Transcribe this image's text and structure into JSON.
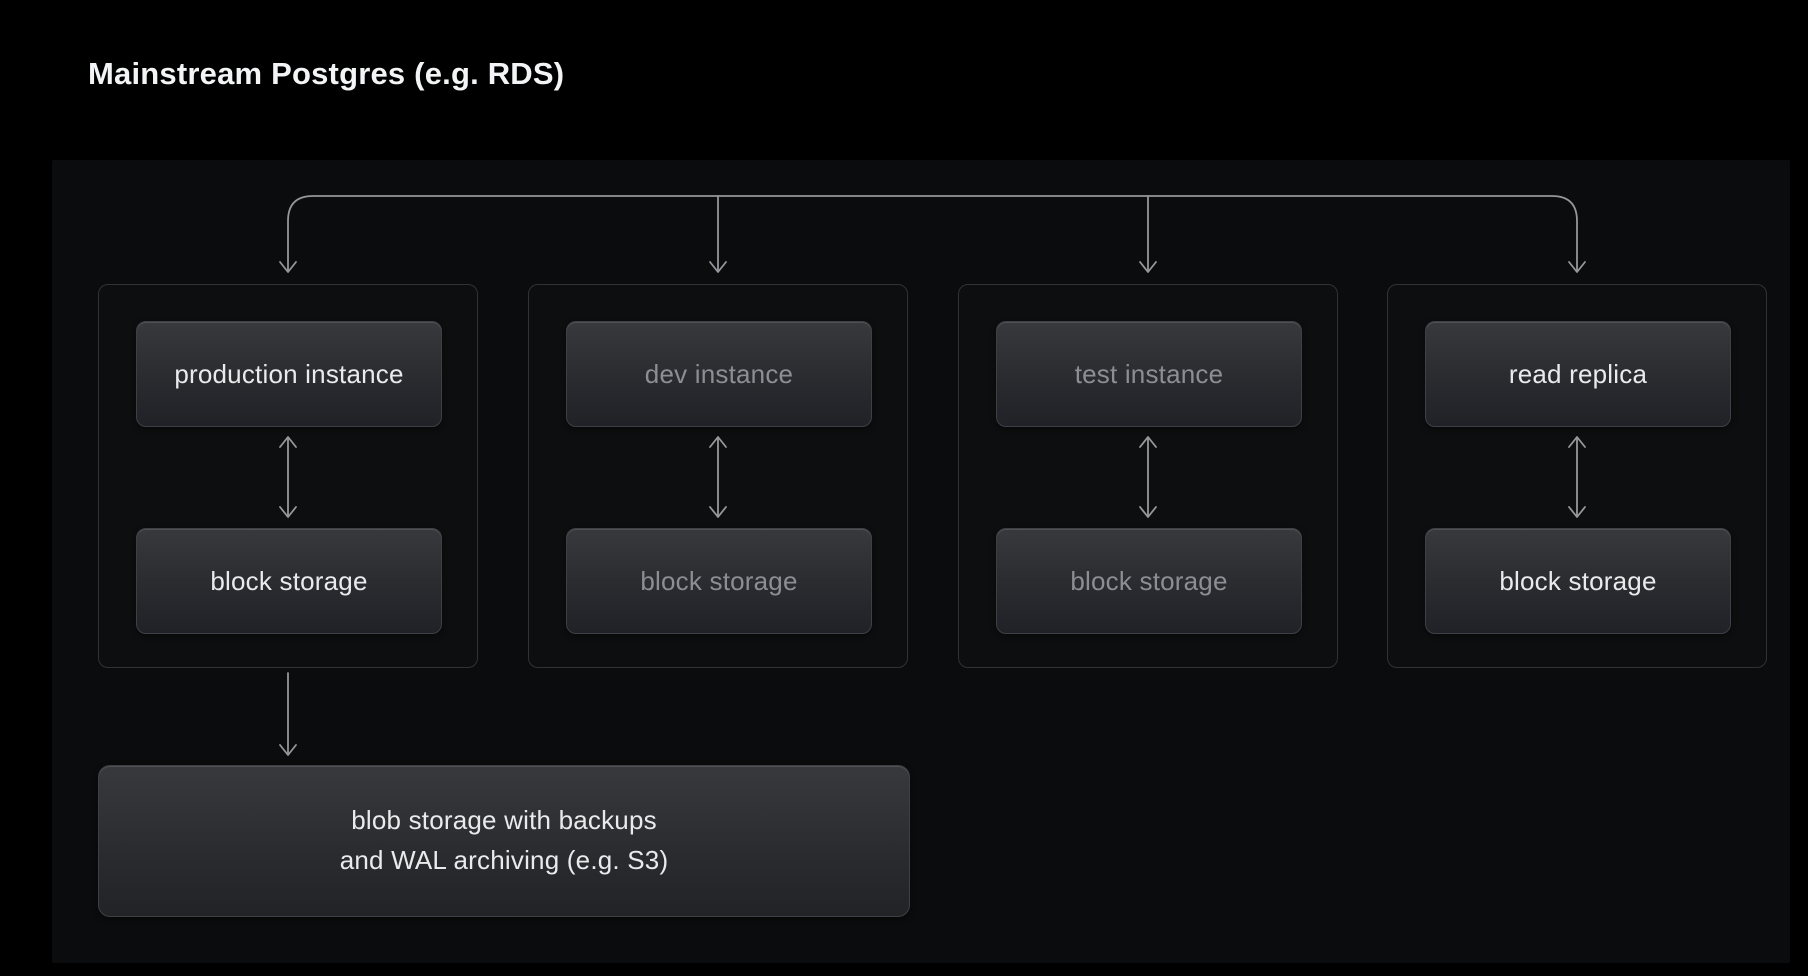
{
  "title": "Mainstream Postgres (e.g. RDS)",
  "groups": [
    {
      "instance": "production instance",
      "storage": "block storage",
      "highlighted": true
    },
    {
      "instance": "dev instance",
      "storage": "block storage",
      "highlighted": false
    },
    {
      "instance": "test instance",
      "storage": "block storage",
      "highlighted": false
    },
    {
      "instance": "read replica",
      "storage": "block storage",
      "highlighted": true
    }
  ],
  "blob_storage": {
    "line1": "blob storage with backups",
    "line2": "and WAL archiving (e.g. S3)"
  },
  "connections": {
    "top_fanout_targets": [
      "production instance",
      "dev instance",
      "test instance",
      "read replica"
    ],
    "bidirectional": "instance <-> block storage (each group)",
    "production_block_storage_to": "blob storage with backups and WAL archiving (e.g. S3)"
  },
  "colors": {
    "background": "#000000",
    "panel": "#0b0c0d",
    "group_border": "#2f3236",
    "node_fill_top": "#37393d",
    "node_fill_bottom": "#202227",
    "node_border": "#3d4045",
    "arrow": "#94979b",
    "text_bright": "#e8eaeb",
    "text_dim": "#8b8e92",
    "title_text": "#f3f4f5"
  }
}
